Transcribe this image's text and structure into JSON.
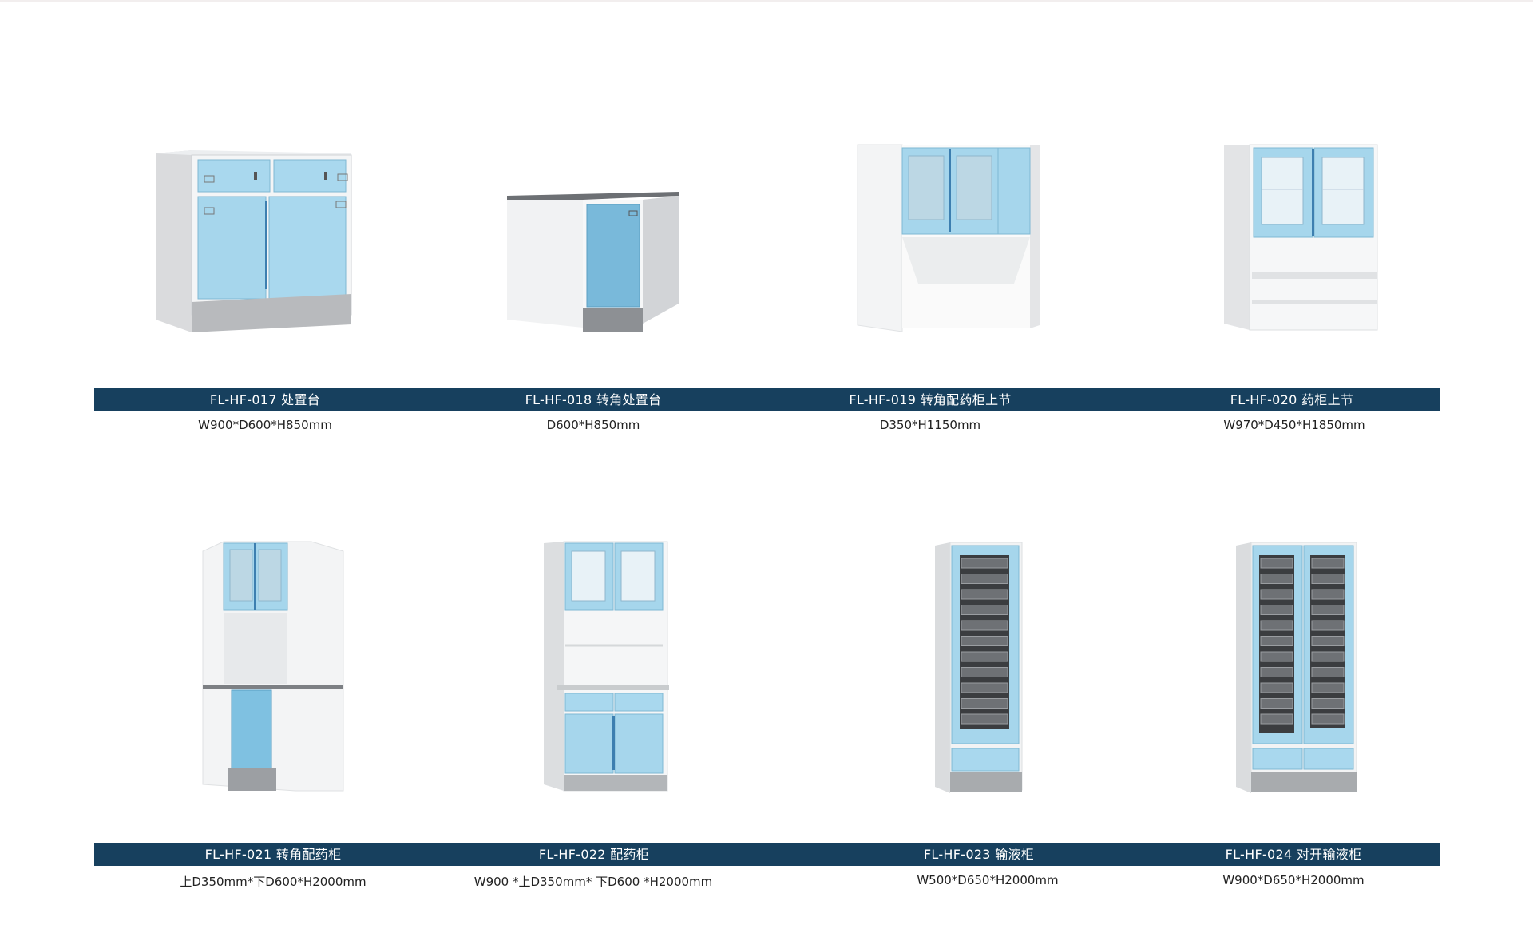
{
  "page": {
    "background": "#ffffff",
    "banner_color": "#17405e",
    "cabinet_blue": "#9fd3ea"
  },
  "rows": [
    {
      "products": [
        {
          "code_name": "FL-HF-017 处置台",
          "dimensions": "W900*D600*H850mm",
          "image": "base-cabinet-two-drawers-two-doors"
        },
        {
          "code_name": "FL-HF-018 转角处置台",
          "dimensions": "D600*H850mm",
          "image": "corner-base-cabinet"
        },
        {
          "code_name": "FL-HF-019 转角配药柜上节",
          "dimensions": "D350*H1150mm",
          "image": "corner-upper-medicine-cabinet"
        },
        {
          "code_name": "FL-HF-020 药柜上节",
          "dimensions": "W970*D450*H1850mm",
          "image": "upper-medicine-cabinet"
        }
      ]
    },
    {
      "products": [
        {
          "code_name": "FL-HF-021 转角配药柜",
          "dimensions": "上D350mm*下D600*H2000mm",
          "image": "corner-dispensing-cabinet"
        },
        {
          "code_name": "FL-HF-022 配药柜",
          "dimensions": "W900 *上D350mm* 下D600 *H2000mm",
          "image": "dispensing-cabinet"
        },
        {
          "code_name": "FL-HF-023 输液柜",
          "dimensions": "W500*D650*H2000mm",
          "image": "infusion-cabinet-single"
        },
        {
          "code_name": "FL-HF-024 对开输液柜",
          "dimensions": "W900*D650*H2000mm",
          "image": "infusion-cabinet-double"
        }
      ]
    }
  ]
}
